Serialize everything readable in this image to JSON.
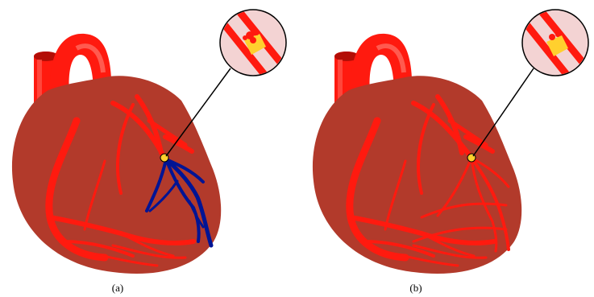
{
  "panels": [
    {
      "label": "(a)",
      "state": "blocked-artery",
      "has_blue_ischemic_vessels": true
    },
    {
      "label": "(b)",
      "state": "normal-flow",
      "has_blue_ischemic_vessels": false
    }
  ],
  "colors": {
    "myocardium": "#b23a2b",
    "artery": "#ff1a0f",
    "artery_highlight": "#ff5a4f",
    "ischemic_vessel": "#001494",
    "lens_fill": "#f3d3d3",
    "plaque": "#ffd02e",
    "marker": "#ffd02e"
  },
  "icons": [
    "heart-diagram",
    "magnifier-callout",
    "plaque-icon"
  ]
}
